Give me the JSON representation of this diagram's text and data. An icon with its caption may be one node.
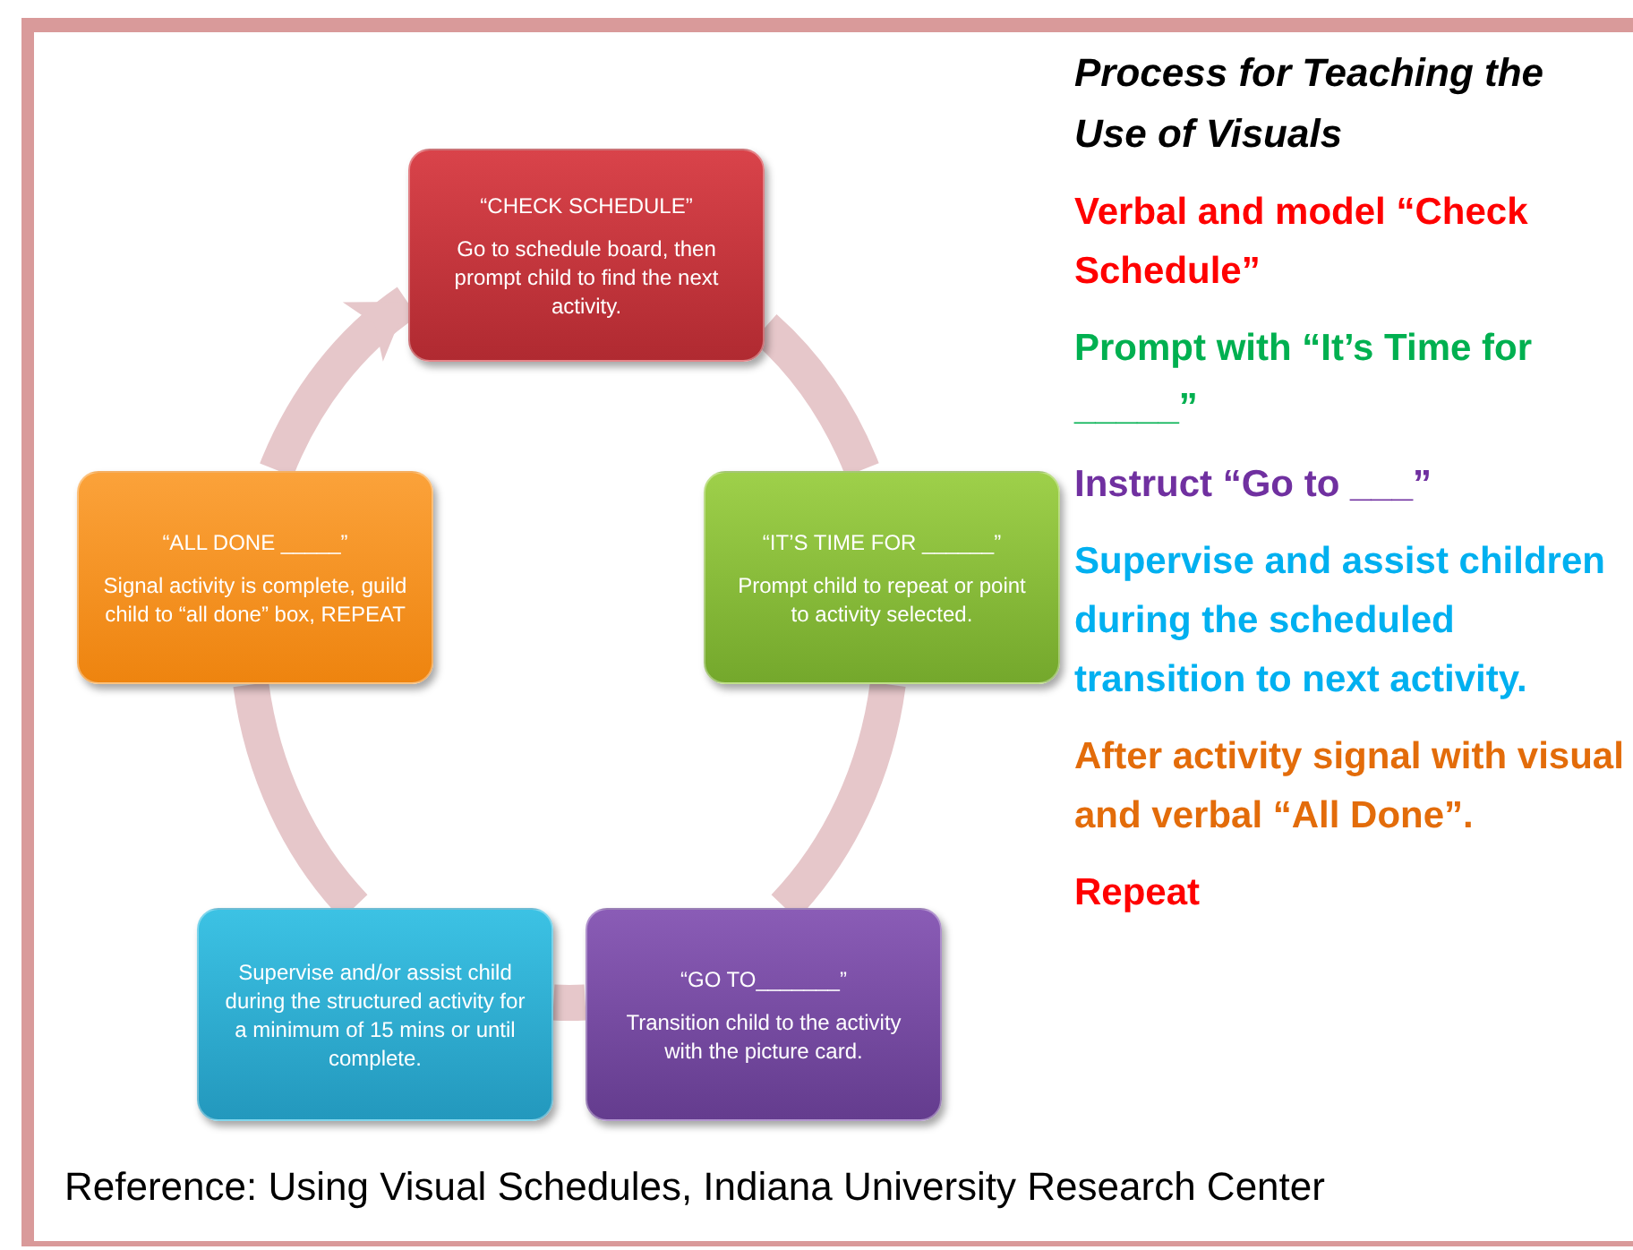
{
  "diagram": {
    "title": "Process for Teaching  the Use of Visuals",
    "caption": "Reference: Using Visual Schedules, Indiana University Research Center",
    "nodes": [
      {
        "text": [
          "“CHECK SCHEDULE”",
          "Go to schedule board, then prompt child to find the next activity."
        ]
      },
      {
        "text": [
          "“IT’S TIME FOR ______”",
          "Prompt child to repeat or point to activity selected."
        ]
      },
      {
        "text": [
          "“GO TO_______”",
          "Transition child to the activity with the picture card."
        ]
      },
      {
        "text": [
          "Supervise and/or assist child during the structured activity for a minimum of 15 mins or until complete."
        ]
      },
      {
        "text": [
          "“ALL DONE _____”",
          "Signal activity is complete, guild child to “all done” box, REPEAT"
        ]
      }
    ],
    "edges": [
      {
        "from": 0,
        "to": 1,
        "arrow": "none"
      },
      {
        "from": 1,
        "to": 2,
        "arrow": "none"
      },
      {
        "from": 2,
        "to": 3,
        "arrow": "none"
      },
      {
        "from": 3,
        "to": 4,
        "arrow": "none"
      },
      {
        "from": 4,
        "to": 0,
        "arrow": "to"
      }
    ],
    "labels": [
      "Verbal and model “Check Schedule”",
      "Prompt with “It’s Time for _____”",
      "Instruct “Go to ___”",
      "Supervise and assist children during the scheduled transition to next activity.",
      "After activity signal with visual and verbal “All Done”.",
      "Repeat"
    ]
  }
}
